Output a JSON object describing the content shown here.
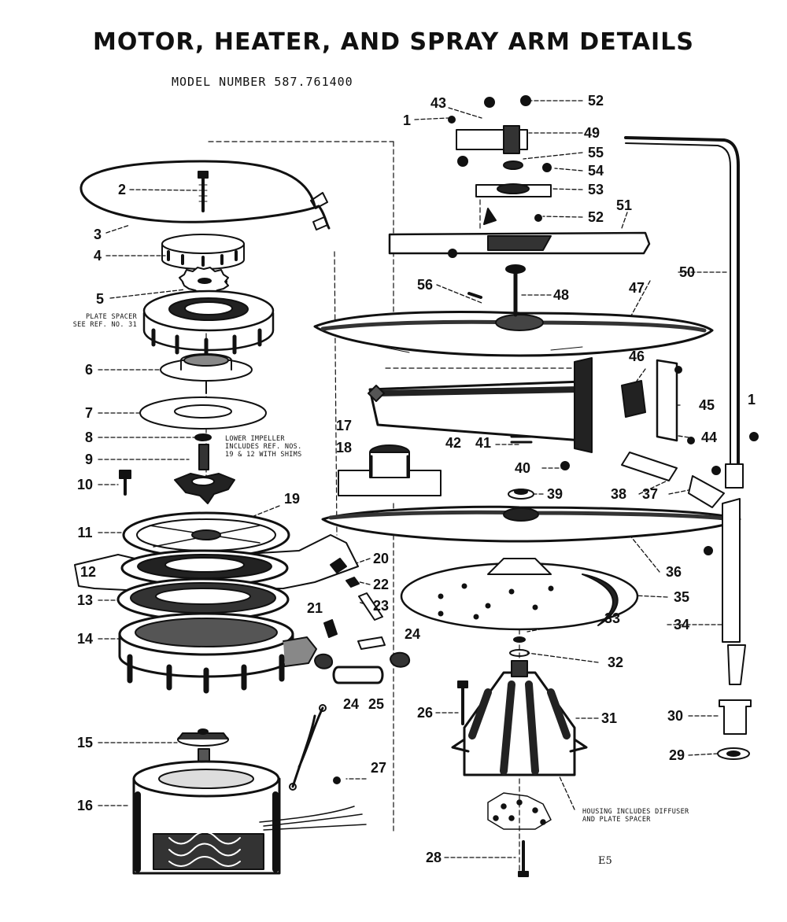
{
  "header": {
    "title": "MOTOR, HEATER, AND SPRAY ARM DETAILS",
    "model_label": "MODEL NUMBER 587.761400"
  },
  "callouts": {
    "p1a": "1",
    "p1b": "1",
    "p2": "2",
    "p3": "3",
    "p4": "4",
    "p5": "5",
    "p6": "6",
    "p7": "7",
    "p8": "8",
    "p9": "9",
    "p10": "10",
    "p11": "11",
    "p12": "12",
    "p13": "13",
    "p14": "14",
    "p15": "15",
    "p16": "16",
    "p17": "17",
    "p18": "18",
    "p19": "19",
    "p20": "20",
    "p21": "21",
    "p22": "22",
    "p23": "23",
    "p24a": "24",
    "p24b": "24",
    "p25": "25",
    "p26": "26",
    "p27": "27",
    "p28": "28",
    "p29": "29",
    "p30": "30",
    "p31": "31",
    "p32": "32",
    "p33": "33",
    "p34": "34",
    "p35": "35",
    "p36": "36",
    "p37": "37",
    "p38": "38",
    "p39": "39",
    "p40": "40",
    "p41": "41",
    "p42": "42",
    "p43": "43",
    "p44": "44",
    "p45": "45",
    "p46": "46",
    "p47": "47",
    "p48": "48",
    "p49": "49",
    "p50": "50",
    "p51": "51",
    "p52a": "52",
    "p52b": "52",
    "p53": "53",
    "p54": "54",
    "p55": "55",
    "p56": "56"
  },
  "notes": {
    "plate_spacer": "PLATE SPACER\nSEE REF. NO. 31",
    "impeller": "LOWER IMPELLER\nINCLUDES REF. NOS.\n19 & 12 WITH SHIMS",
    "housing": "HOUSING INCLUDES DIFFUSER\nAND PLATE SPACER"
  },
  "page_code": "E5"
}
